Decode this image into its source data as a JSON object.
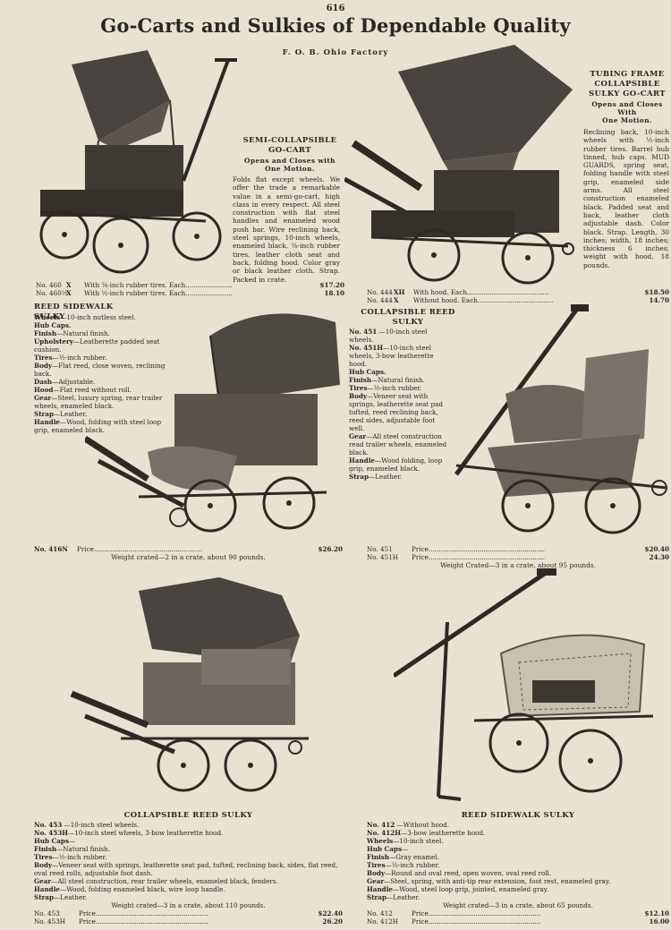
{
  "page_number": "616",
  "title": "Go-Carts and Sulkies of Dependable Quality",
  "subtitle": "F. O. B. Ohio Factory",
  "semi": {
    "heading_lines": [
      "SEMI-COLLAPSIBLE",
      "GO-CART"
    ],
    "sub_lines": [
      "Opens and Closes with",
      "One Motion."
    ],
    "description": "Folds flat except wheels. We offer the trade a remarkable value in a semi-go-cart, high class in every respect. All steel construction with flat steel handles and enameled wood push bar. Wire reclining back, steel springs, 10-inch wheels, enameled black, ⅜-inch rubber tires, leather cloth seat and back, folding hood. Color gray or black leather cloth. Strap. Packed in crate.",
    "prices": [
      {
        "no": "No. 460",
        "code": "X",
        "text": "With ⅜-inch rubber tires. Each.......................",
        "price": "$17.20"
      },
      {
        "no": "No. 460½",
        "code": "X",
        "text": "With ½-inch rubber tires. Each.......................",
        "price": "18.10"
      }
    ]
  },
  "tubing": {
    "heading_lines": [
      "TUBING FRAME",
      "COLLAPSIBLE",
      "SULKY GO-CART"
    ],
    "sub_lines": [
      "Opens and Closes",
      "With",
      "One Motion."
    ],
    "description": "Reclining back, 10-inch wheels with ½-inch rubber tires. Barrel hub tinned, hub caps. MUD GUARDS, spring seat, folding handle with steel grip, enameled side arms. All steel construction enameled black. Padded seat and back, leather cloth adjustable dash. Color black. Strap. Length, 30 inches; width, 18 inches; thickness 6 inches; weight with hood, 18 pounds.",
    "prices": [
      {
        "no": "No. 444",
        "code": "XH",
        "text": "With hood. Each........................................",
        "price": "$18.50"
      },
      {
        "no": "No. 444",
        "code": "X",
        "text": "Without hood. Each.....................................",
        "price": "14.70"
      }
    ]
  },
  "reed416": {
    "heading": "REED SIDEWALK SULKY",
    "specs": [
      {
        "label": "Wheels",
        "text": "—10-inch nutless steel."
      },
      {
        "label": "Hub Caps.",
        "text": ""
      },
      {
        "label": "Finish",
        "text": "—Natural finish."
      },
      {
        "label": "Upholstery",
        "text": "—Leatherette padded seat cushion."
      },
      {
        "label": "Tires",
        "text": "—½-inch rubber."
      },
      {
        "label": "Body",
        "text": "—Flat reed, close woven, reclining back."
      },
      {
        "label": "Dash",
        "text": "—Adjustable."
      },
      {
        "label": "Hood",
        "text": "—Flat reed without roll."
      },
      {
        "label": "Gear",
        "text": "—Steel, luxury spring, rear trailer wheels, enameled black."
      },
      {
        "label": "Strap",
        "text": "—Leather."
      },
      {
        "label": "Handle",
        "text": "—Wood, folding with steel loop grip, enameled black."
      }
    ],
    "price_no": "No. 416N",
    "price_text": "Price.....................................................",
    "price": "$26.20",
    "weight": "Weight crated—2 in a crate, about 90 pounds."
  },
  "reed451": {
    "heading_lines": [
      "COLLAPSIBLE REED",
      "SULKY"
    ],
    "specs": [
      {
        "label": "No. 451",
        "text": " —10-inch steel wheels."
      },
      {
        "label": "No. 451H",
        "text": "—10-inch steel wheels, 3-bow leatherette hood."
      },
      {
        "label": "Hub Caps.",
        "text": ""
      },
      {
        "label": "Finish",
        "text": "—Natural finish."
      },
      {
        "label": "Tires",
        "text": "—½-inch rubber."
      },
      {
        "label": "Body",
        "text": "—Veneer seat with springs, leatherette seat pad tufted, reed reclining back, reed sides, adjustable foot well."
      },
      {
        "label": "Gear",
        "text": "—All steel construction read trailer wheels, enameled black."
      },
      {
        "label": "Handle",
        "text": "—Wood folding, loop grip, enameled black."
      },
      {
        "label": "Strap",
        "text": "—Leather."
      }
    ],
    "prices": [
      {
        "no": "No. 451",
        "text": "Price.........................................................",
        "price": "$20.40"
      },
      {
        "no": "No. 451H",
        "text": "Price.........................................................",
        "price": "24.30"
      }
    ],
    "weight": "Weight Crated—3 in a crate, about 95 pounds."
  },
  "reed453": {
    "heading": "COLLAPSIBLE REED SULKY",
    "specs": [
      {
        "label": "No. 453",
        "text": " —10-inch steel wheels."
      },
      {
        "label": "No. 453H",
        "text": "—10-inch steel wheels, 3-bow leatherette hood."
      },
      {
        "label": "Hub Caps",
        "text": "—"
      },
      {
        "label": "Finish",
        "text": "—Natural finish."
      },
      {
        "label": "Tires",
        "text": "—½-inch rubber."
      },
      {
        "label": "Body",
        "text": "—Veneer seat with springs, leatherette seat pad, tufted, reclining back, sides, flat reed, oval reed rolls, adjustable foot dash."
      },
      {
        "label": "Gear",
        "text": "—All steel construction, rear trailer wheels, enameled black, fenders."
      },
      {
        "label": "Handle",
        "text": "—Wood, folding enameled black, wire loop handle."
      },
      {
        "label": "Strap",
        "text": "—Leather."
      }
    ],
    "weight": "Weight crated—3 in a crate, about 110 pounds.",
    "prices": [
      {
        "no": "No. 453",
        "text": "Price.......................................................",
        "price": "$22.40"
      },
      {
        "no": "No. 453H",
        "text": "Price.......................................................",
        "price": "26.20"
      }
    ]
  },
  "reed412": {
    "heading": "REED SIDEWALK SULKY",
    "specs": [
      {
        "label": "No. 412",
        "text": " —Without hood."
      },
      {
        "label": "No. 412H",
        "text": "—3-bow leatherette hood."
      },
      {
        "label": "Wheels",
        "text": "—10-inch steel."
      },
      {
        "label": "Hub Caps",
        "text": "—"
      },
      {
        "label": "Finish",
        "text": "—Gray enamel."
      },
      {
        "label": "Tires",
        "text": "—½-inch rubber."
      },
      {
        "label": "Body",
        "text": "—Round and oval reed, open woven, oval reed roll."
      },
      {
        "label": "Gear",
        "text": "—Steel, spring, with anti-tip rear extension, foot rest, enameled gray."
      },
      {
        "label": "Handle",
        "text": "—Wood, steel loop grip, jointed, enameled gray."
      },
      {
        "label": "Strap",
        "text": "—Leather."
      }
    ],
    "weight": "Weight crated—3 in a crate, about 65 pounds.",
    "prices": [
      {
        "no": "No. 412",
        "text": "Price.......................................................",
        "price": "$12.10"
      },
      {
        "no": "No. 412H",
        "text": "Price.......................................................",
        "price": "16.00"
      }
    ]
  }
}
